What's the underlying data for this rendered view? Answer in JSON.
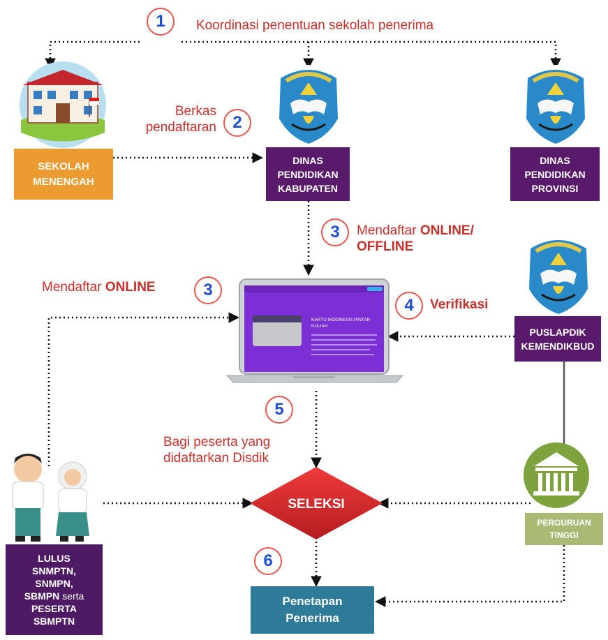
{
  "steps": {
    "s1": {
      "num": "1",
      "text": "Koordinasi penentuan sekolah penerima"
    },
    "s2": {
      "num": "2",
      "text_line1": "Berkas",
      "text_line2": "pendaftaran"
    },
    "s3a": {
      "num": "3",
      "text_prefix": "Mendaftar ",
      "text_bold_1": "ONLINE/",
      "text_bold_2": "OFFLINE"
    },
    "s3b": {
      "num": "3",
      "text_prefix": "Mendaftar ",
      "text_bold": "ONLINE"
    },
    "s4": {
      "num": "4",
      "text_bold": "Verifikasi"
    },
    "s5": {
      "num": "5",
      "text_line1": "Bagi peserta yang",
      "text_line2": "didaftarkan Disdik"
    },
    "s6": {
      "num": "6"
    }
  },
  "nodes": {
    "sekolah": [
      "SEKOLAH",
      "MENENGAH"
    ],
    "kabupaten": [
      "DINAS",
      "PENDIDIKAN",
      "KABUPATEN"
    ],
    "provinsi": [
      "DINAS",
      "PENDIDIKAN",
      "PROVINSI"
    ],
    "puslapdik": [
      "PUSLAPDIK",
      "KEMENDIKBUD"
    ],
    "perguruan": [
      "PERGURUAN",
      "TINGGI"
    ],
    "seleksi": "SELEKSI",
    "penetapan": [
      "Penetapan",
      "Penerima"
    ],
    "lulus": {
      "line1": "LULUS",
      "line2": "SNMPTN,",
      "line3": "SNMPN,",
      "line4_bold": "SBMPN",
      "line4_thin": " serta",
      "line5": "PESERTA",
      "line6": "SBMPTN"
    }
  },
  "laptop": {
    "screen_title_1": "KARTU INDONESIA PINTAR",
    "screen_title_2": "KULIAH"
  },
  "colors": {
    "step_ring": "#e8564f",
    "step_number": "#1f4fd6",
    "step_text": "#c8302b",
    "purple": "#5a1a6b",
    "orange": "#eb9b2f",
    "olive": "#a8ba74",
    "teal": "#2e7b99",
    "seleksi": "#d2282a"
  }
}
